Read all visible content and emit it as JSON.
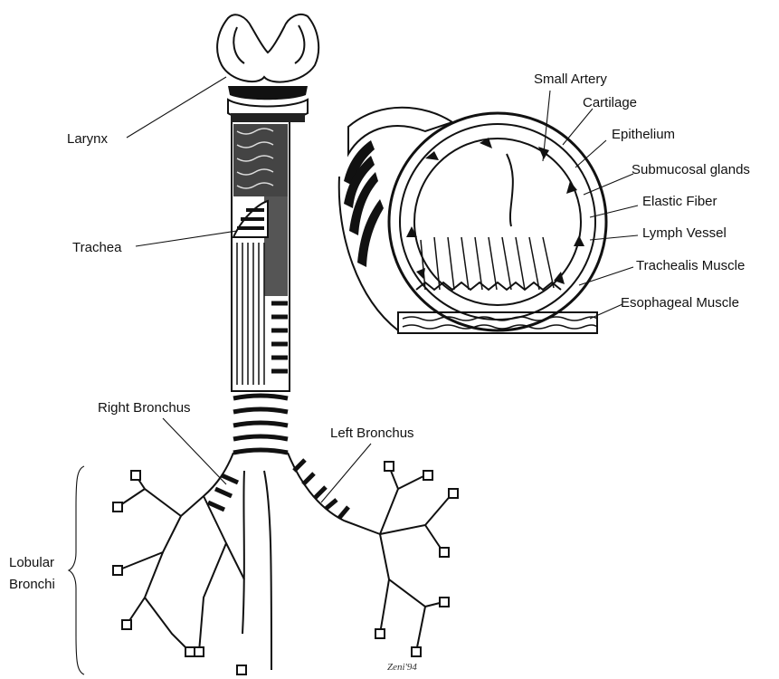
{
  "labels": {
    "larynx": "Larynx",
    "trachea": "Trachea",
    "right_bronchus": "Right Bronchus",
    "left_bronchus": "Left Bronchus",
    "lobular_line1": "Lobular",
    "lobular_line2": "Bronchi",
    "small_artery": "Small Artery",
    "cartilage": "Cartilage",
    "epithelium": "Epithelium",
    "submucosal_glands": "Submucosal glands",
    "elastic_fiber": "Elastic Fiber",
    "lymph_vessel": "Lymph Vessel",
    "trachealis_muscle": "Trachealis Muscle",
    "esophageal_muscle": "Esophageal Muscle"
  },
  "signature": "Zeni'94"
}
